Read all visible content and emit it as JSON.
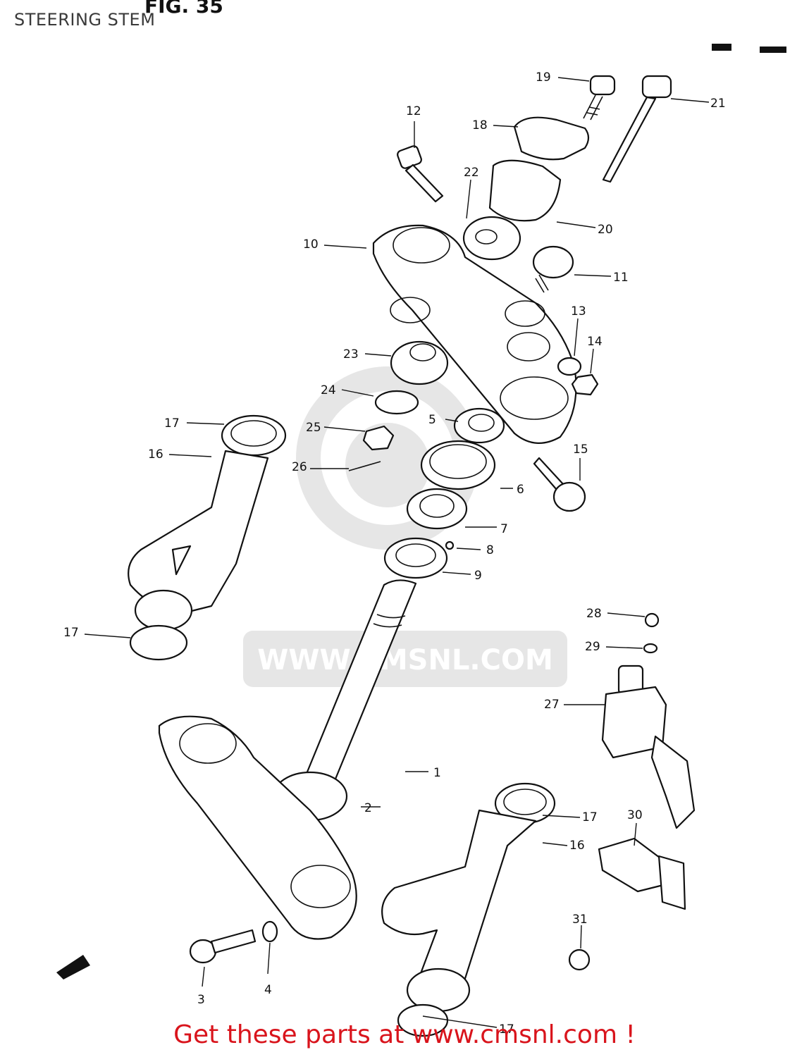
{
  "header": {
    "title": "STEERING STEM",
    "figure_ref": "FIG. 35"
  },
  "watermark": {
    "brand": "CMS",
    "url": "WWW.CMSNL.COM"
  },
  "promo": {
    "text": "Get these parts at www.cmsnl.com !"
  },
  "callouts": [
    "1",
    "2",
    "3",
    "4",
    "5",
    "6",
    "7",
    "8",
    "9",
    "10",
    "11",
    "12",
    "13",
    "14",
    "15",
    "16",
    "16",
    "17",
    "17",
    "17",
    "17",
    "18",
    "19",
    "20",
    "21",
    "22",
    "23",
    "24",
    "25",
    "26",
    "27",
    "28",
    "29",
    "30",
    "31"
  ]
}
